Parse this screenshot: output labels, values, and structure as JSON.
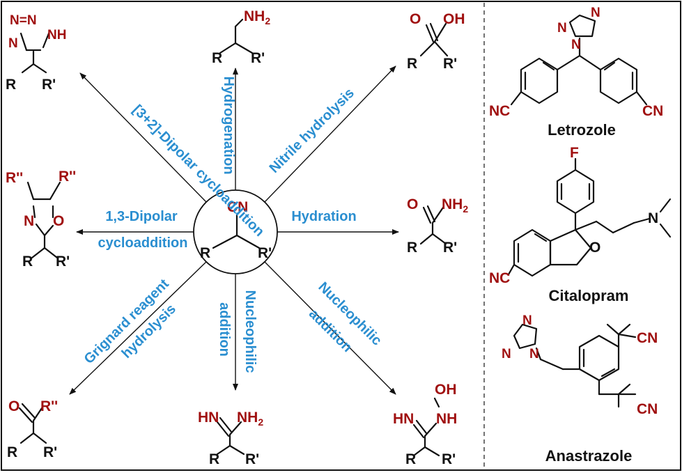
{
  "colors": {
    "reaction_label": "#2a8ed0",
    "heteroatom": "#a01010",
    "bond": "#111111"
  },
  "center": {
    "group": "CN",
    "r": "R",
    "r_prime": "R'"
  },
  "reactions": {
    "cycloaddition_32": "[3+2]-Dipolar cycloaddition",
    "hydrogenation": "Hydrogenation",
    "nitrile_hydrolysis": "Nitrile hydrolysis",
    "dipolar_13_line1": "1,3-Dipolar",
    "dipolar_13_line2": "cycloaddition",
    "hydration": "Hydration",
    "grignard_line1": "Grignard reagent",
    "grignard_line2": "hydrolysis",
    "nucleophilic_down_line1": "Nucleophilic",
    "nucleophilic_down_line2": "addition",
    "nucleophilic_diag_line1": "Nucleophilic",
    "nucleophilic_diag_line2": "addition"
  },
  "products": {
    "tetrazole": {
      "n_top": "N=N",
      "n_left": "N",
      "nh": "NH",
      "r": "R",
      "r_prime": "R'"
    },
    "amine": {
      "nh2": "NH2",
      "r": "R",
      "r_prime": "R'"
    },
    "acid": {
      "o": "O",
      "oh": "OH",
      "r": "R",
      "r_prime": "R'"
    },
    "oxazoline": {
      "r2_left": "R''",
      "r2_right": "R''",
      "n": "N",
      "o": "O",
      "r": "R",
      "r_prime": "R'"
    },
    "amide": {
      "o": "O",
      "nh2": "NH2",
      "r": "R",
      "r_prime": "R'"
    },
    "ketone": {
      "o": "O",
      "r2": "R''",
      "r": "R",
      "r_prime": "R'"
    },
    "amidine": {
      "hn": "HN",
      "nh2": "NH2",
      "r": "R",
      "r_prime": "R'"
    },
    "amidoxime": {
      "oh": "OH",
      "hn": "HN",
      "nh": "NH",
      "r": "R",
      "r_prime": "R'"
    }
  },
  "drugs": {
    "letrozole": {
      "name": "Letrozole",
      "cn_left": "NC",
      "cn_right": "CN",
      "n1": "N",
      "n2": "N",
      "n3": "N"
    },
    "citalopram": {
      "name": "Citalopram",
      "f": "F",
      "nc": "NC",
      "o": "O",
      "n": "N"
    },
    "anastrazole": {
      "name": "Anastrazole",
      "cn1": "CN",
      "cn2": "CN",
      "n1": "N",
      "n2": "N",
      "n3": "N"
    }
  }
}
